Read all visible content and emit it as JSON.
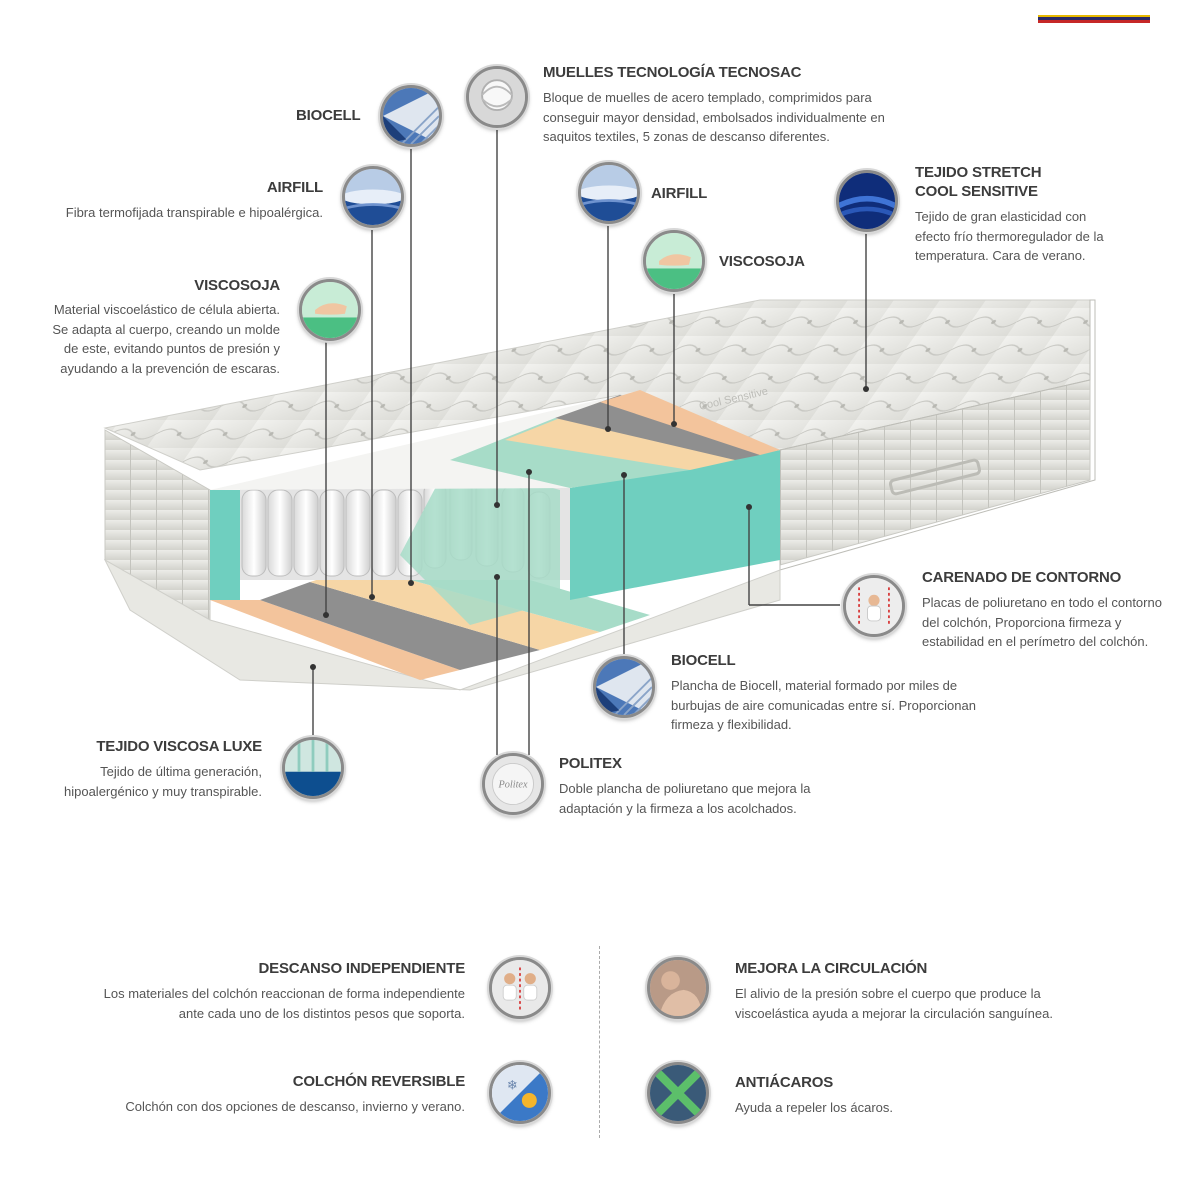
{
  "callouts": {
    "biocell_top": {
      "title": "BIOCELL"
    },
    "muelles": {
      "title": "MUELLES TECNOLOGÍA TECNOSAC",
      "lines": [
        "Bloque de muelles de acero templado, comprimidos para",
        "conseguir mayor densidad, embolsados individualmente en",
        "saquitos textiles, 5 zonas de descanso diferentes."
      ]
    },
    "airfill_left": {
      "title": "AIRFILL",
      "lines": [
        "Fibra termofijada transpirable e hipoalérgica."
      ]
    },
    "airfill_right": {
      "title": "AIRFILL"
    },
    "tejido_stretch": {
      "title_line1": "TEJIDO STRETCH",
      "title_line2": "COOL SENSITIVE",
      "lines": [
        "Tejido de gran elasticidad con",
        "efecto frío thermoregulador de la",
        "temperatura. Cara de verano."
      ]
    },
    "viscosoja_right": {
      "title": "VISCOSOJA"
    },
    "viscosoja_left": {
      "title": "VISCOSOJA",
      "lines": [
        "Material viscoelástico de célula abierta.",
        "Se adapta al cuerpo, creando un molde",
        "de este, evitando puntos de presión y",
        "ayudando a la prevención de escaras."
      ]
    },
    "carenado": {
      "title": "CARENADO DE CONTORNO",
      "lines": [
        "Placas de poliuretano en todo el contorno",
        "del colchón, Proporciona firmeza y",
        "estabilidad en el perímetro del colchón."
      ]
    },
    "biocell_bottom": {
      "title": "BIOCELL",
      "lines": [
        "Plancha de Biocell, material formado por miles de",
        "burbujas de aire comunicadas entre sí. Proporcionan",
        "firmeza y flexibilidad."
      ]
    },
    "tejido_viscosa": {
      "title": "TEJIDO VISCOSA LUXE",
      "lines": [
        "Tejido de última generación,",
        "hipoalergénico y muy transpirable."
      ]
    },
    "politex": {
      "title": "POLITEX",
      "lines": [
        "Doble plancha de poliuretano que mejora la",
        "adaptación y la firmeza a los acolchados."
      ],
      "badge_text": "Politex"
    }
  },
  "mattress_text": {
    "brand_imprint": "Cool Sensitive"
  },
  "features": {
    "descanso": {
      "title": "DESCANSO INDEPENDIENTE",
      "lines": [
        "Los materiales del colchón reaccionan de forma independiente",
        "ante cada uno de los distintos pesos que soporta."
      ]
    },
    "circulacion": {
      "title": "MEJORA LA CIRCULACIÓN",
      "lines": [
        "El alivio de la presión sobre el cuerpo que produce la",
        "viscoelástica ayuda a mejorar la circulación sanguínea."
      ]
    },
    "reversible": {
      "title": "COLCHÓN REVERSIBLE",
      "lines": [
        "Colchón con dos opciones de descanso, invierno y verano."
      ]
    },
    "antiacaros": {
      "title": "ANTIÁCAROS",
      "lines": [
        "Ayuda a repeler los ácaros."
      ]
    }
  },
  "colors": {
    "biocell": "#8f8f8f",
    "viscosoja": "#f3c49c",
    "airfill": "#f6d6a6",
    "carenado": "#6fcfbf",
    "springs_bg": "#a7dcc8",
    "cover": "#e9e9e6",
    "leader": "#444444"
  }
}
